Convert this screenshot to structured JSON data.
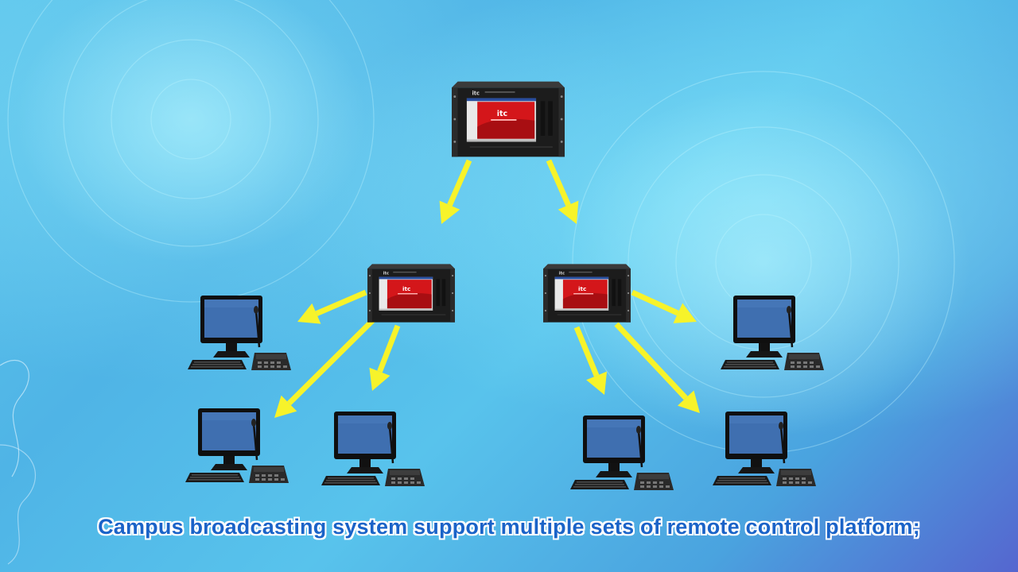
{
  "caption": "Campus broadcasting system support multiple sets of remote control platform;",
  "colors": {
    "arrow": "#f7f32a",
    "rack": "#1b1b1b",
    "screen_red": "#d4161a",
    "monitor_screen": "#3f6fb0"
  },
  "server_brand": "itc",
  "nodes": {
    "main_server": "main-server-rack",
    "sub_servers": [
      "sub-server-left",
      "sub-server-right"
    ],
    "workstations": [
      "workstation-1",
      "workstation-2",
      "workstation-3",
      "workstation-4",
      "workstation-5",
      "workstation-6"
    ]
  }
}
